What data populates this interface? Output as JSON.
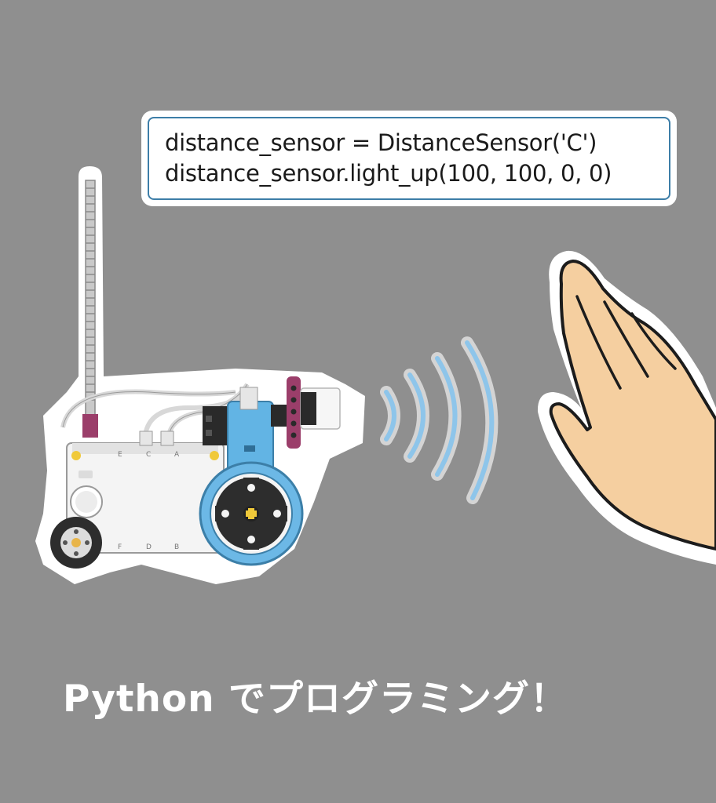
{
  "code": {
    "line1": "distance_sensor = DistanceSensor('C')",
    "line2": "distance_sensor.light_up(100, 100, 0, 0)"
  },
  "caption": "Python でプログラミング！",
  "hub_port_labels": [
    "E",
    "C",
    "A",
    "F",
    "D",
    "B"
  ],
  "colors": {
    "background": "#8f8f8f",
    "code_border": "#3d7ea8",
    "wheel_accent": "#6cb8e6",
    "wave": "#8ec5ea",
    "skin": "#f5cfa0"
  },
  "icons": [
    "robot-illustration",
    "sensor-wave-icon",
    "hand-illustration"
  ]
}
